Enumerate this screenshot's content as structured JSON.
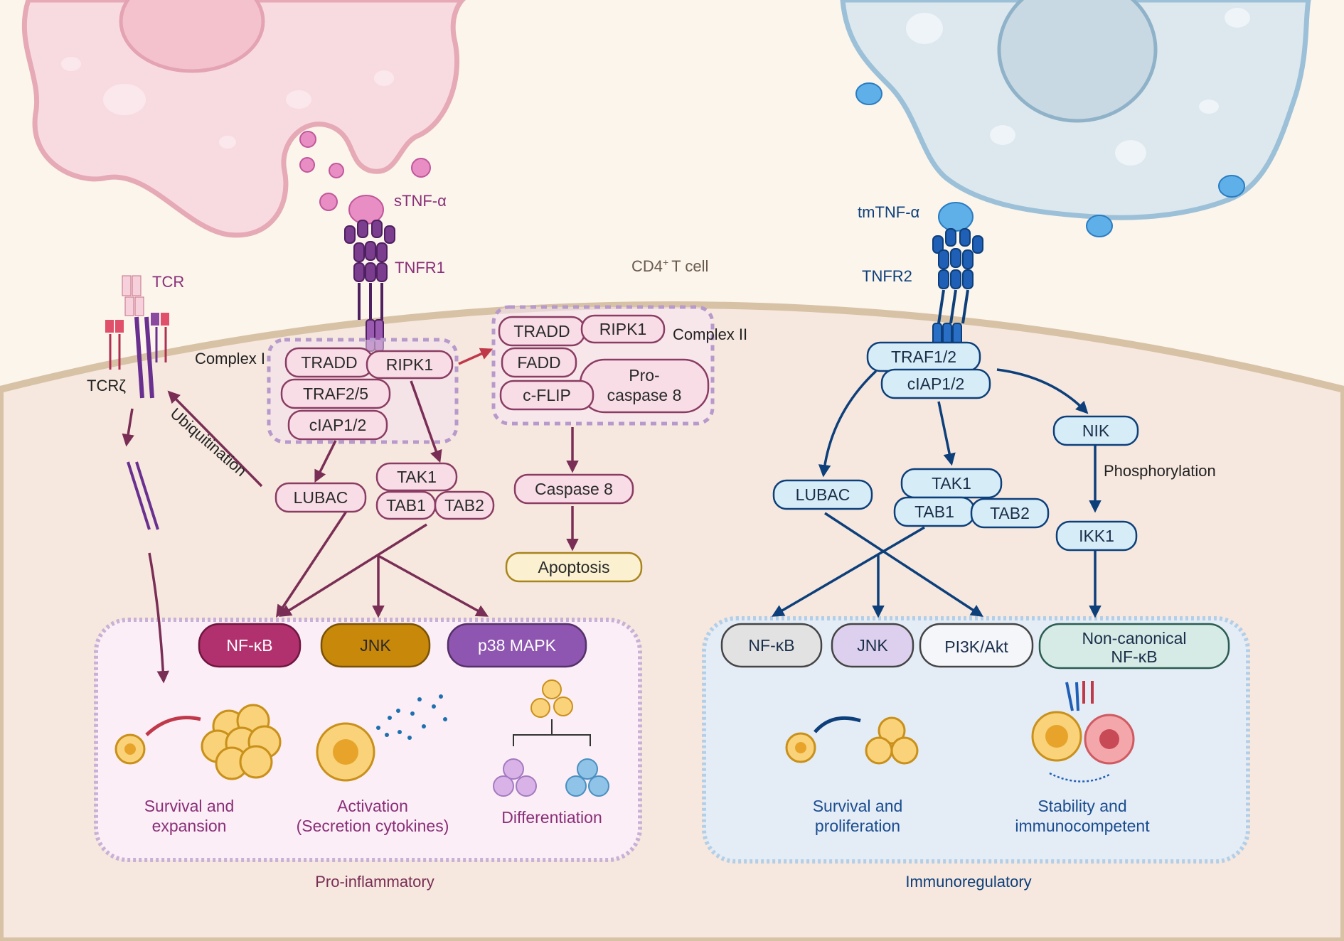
{
  "labels": {
    "stnf": "sTNF-α",
    "tnfr1": "TNFR1",
    "tcr": "TCR",
    "tcrz": "TCRζ",
    "cell_prefix": "CD4",
    "cell_sup": "+",
    "cell_suffix": "T cell",
    "complex1": "Complex I",
    "complex2": "Complex II",
    "ubiquitination": "Ubiquitination",
    "tmtnf": "tmTNF-α",
    "tnfr2": "TNFR2",
    "phosphorylation": "Phosphorylation",
    "pro_inflammatory": "Pro-inflammatory",
    "immunoregulatory": "Immunoregulatory"
  },
  "left": {
    "tradd": "TRADD",
    "ripk1": "RIPK1",
    "traf25": "TRAF2/5",
    "ciap": "cIAP1/2",
    "lubac": "LUBAC",
    "tak1": "TAK1",
    "tab1": "TAB1",
    "tab2": "TAB2",
    "c2_tradd": "TRADD",
    "c2_ripk1": "RIPK1",
    "c2_fadd": "FADD",
    "c2_cflip": "c-FLIP",
    "procasp_1": "Pro-",
    "procasp_2": "caspase 8",
    "casp8": "Caspase 8",
    "apoptosis": "Apoptosis",
    "nfkb": "NF-κB",
    "jnk": "JNK",
    "p38": "p38 MAPK",
    "out1_l1": "Survival and",
    "out1_l2": "expansion",
    "out2_l1": "Activation",
    "out2_l2": "(Secretion cytokines)",
    "out3": "Differentiation"
  },
  "right": {
    "traf12": "TRAF1/2",
    "ciap": "cIAP1/2",
    "nik": "NIK",
    "ikk1": "IKK1",
    "lubac": "LUBAC",
    "tak1": "TAK1",
    "tab1": "TAB1",
    "tab2": "TAB2",
    "nfkb": "NF-κB",
    "jnk": "JNK",
    "pi3k": "PI3K/Akt",
    "noncan_1": "Non-canonical",
    "noncan_2": "NF-κB",
    "out1_l1": "Survival and",
    "out1_l2": "proliferation",
    "out2_l1": "Stability and",
    "out2_l2": "immunocompetent"
  },
  "colors": {
    "background": "#fbf5ec",
    "membrane_fill": "#f6e8df",
    "left_accent": "#7a2e55",
    "right_accent": "#0d3f7a",
    "nfkb_left": "#b1306e",
    "jnk_left": "#c8880a",
    "p38_left": "#8e56b0",
    "node_pink": "#f8dde6",
    "node_blue": "#d6edf7"
  }
}
